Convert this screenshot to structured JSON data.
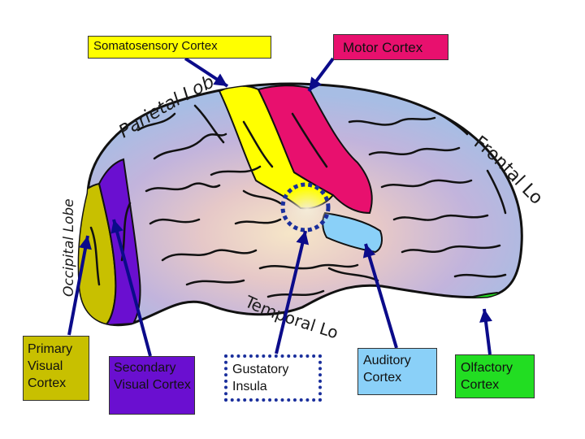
{
  "labels": {
    "somatosensory": "Somatosensory Cortex",
    "motor": "Motor Cortex",
    "primary_visual": "Primary Visual Cortex",
    "secondary_visual": "Secondary Visual Cortex",
    "gustatory": "Gustatory Insula",
    "auditory": "Auditory Cortex",
    "olfactory": "Olfactory Cortex"
  },
  "lobes": {
    "parietal": "Parietal Lobe",
    "frontal": "Frontal Lobe",
    "occipital": "Occipital Lobe",
    "temporal": "Temporal Lobe"
  },
  "colors": {
    "somatosensory": "#ffff00",
    "motor": "#e8106e",
    "primary_visual": "#c8c000",
    "secondary_visual": "#6a0fd0",
    "auditory": "#8ad0f8",
    "olfactory": "#22dd22",
    "cortex_base": "#a7bde4",
    "arrow": "#0b0b8a"
  }
}
